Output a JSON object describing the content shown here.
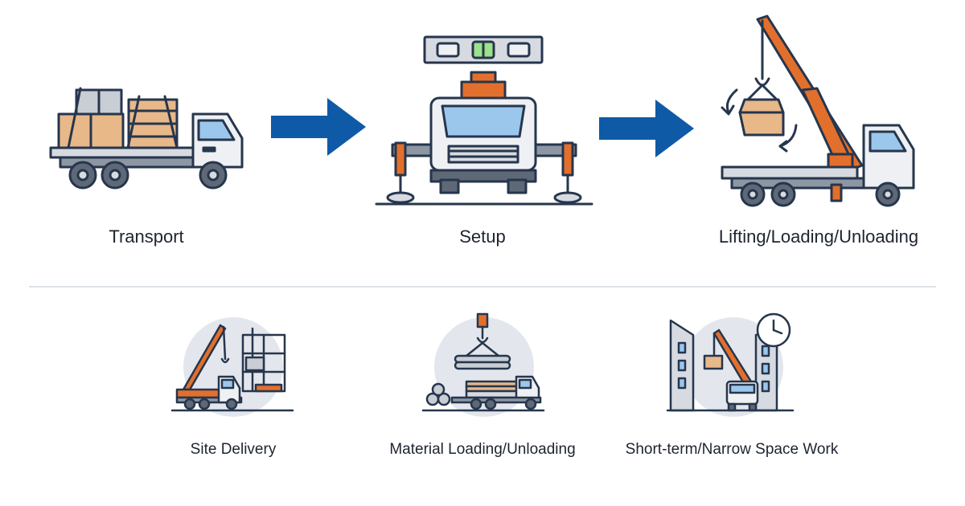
{
  "process_steps": [
    {
      "label": "Transport",
      "icon": "flatbed-truck-icon"
    },
    {
      "label": "Setup",
      "icon": "outrigger-truck-level-icon"
    },
    {
      "label": "Lifting/Loading/Unloading",
      "icon": "truck-crane-lifting-icon"
    }
  ],
  "use_cases": [
    {
      "label": "Site Delivery",
      "icon": "crane-site-delivery-icon"
    },
    {
      "label": "Material Loading/Unloading",
      "icon": "material-loading-icon"
    },
    {
      "label": "Short-term/Narrow Space Work",
      "icon": "narrow-space-clock-icon"
    }
  ],
  "colors": {
    "outline": "#26364d",
    "accent_orange": "#e36f2c",
    "arrow_blue": "#0f5aa6",
    "window_blue": "#9cc7ec",
    "box_tan": "#e8b889",
    "circle_bg": "#e3e7ed",
    "divider": "#dde1e7"
  }
}
